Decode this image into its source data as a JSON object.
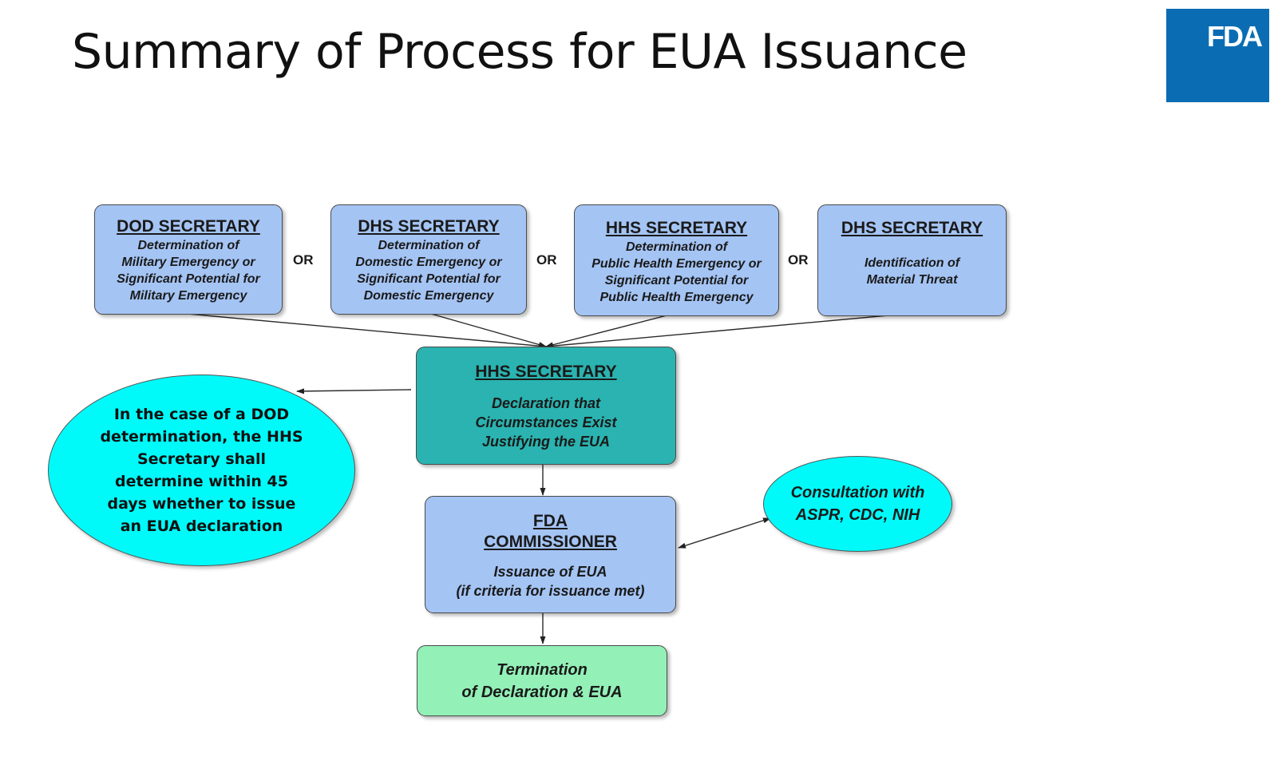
{
  "slide": {
    "title": "Summary of Process for EUA Issuance",
    "logo_text": "FDA",
    "logo_color": "#0a6db4"
  },
  "diagram": {
    "top_boxes": [
      {
        "head": "DOD SECRETARY",
        "desc": "Determination of\nMilitary Emergency or\nSignificant Potential for\nMilitary Emergency"
      },
      {
        "head": "DHS SECRETARY",
        "desc": "Determination of\nDomestic Emergency or\nSignificant Potential for\nDomestic Emergency"
      },
      {
        "head": "HHS SECRETARY",
        "desc": "Determination of\nPublic Health Emergency or\nSignificant Potential for\nPublic Health Emergency"
      },
      {
        "head": "DHS SECRETARY",
        "desc": "Identification of\nMaterial Threat"
      }
    ],
    "or_labels": [
      "OR",
      "OR",
      "OR"
    ],
    "hhs_declaration": {
      "head": "HHS SECRETARY",
      "desc": "Declaration that\nCircumstances Exist\nJustifying the EUA"
    },
    "fda_commissioner": {
      "head": "FDA\nCOMMISSIONER",
      "desc": "Issuance of EUA\n(if criteria for issuance met)"
    },
    "termination": {
      "desc": "Termination\nof Declaration & EUA"
    },
    "dod_note": "In the case of a DOD\ndetermination, the HHS\nSecretary shall\ndetermine within 45\ndays whether to issue\nan EUA declaration",
    "consultation": "Consultation with\nASPR, CDC, NIH",
    "colors": {
      "determination_box": "#a4c4f4",
      "declaration_box": "#2ab3b0",
      "termination_box": "#93f0b7",
      "callout": "#00fafa"
    }
  }
}
